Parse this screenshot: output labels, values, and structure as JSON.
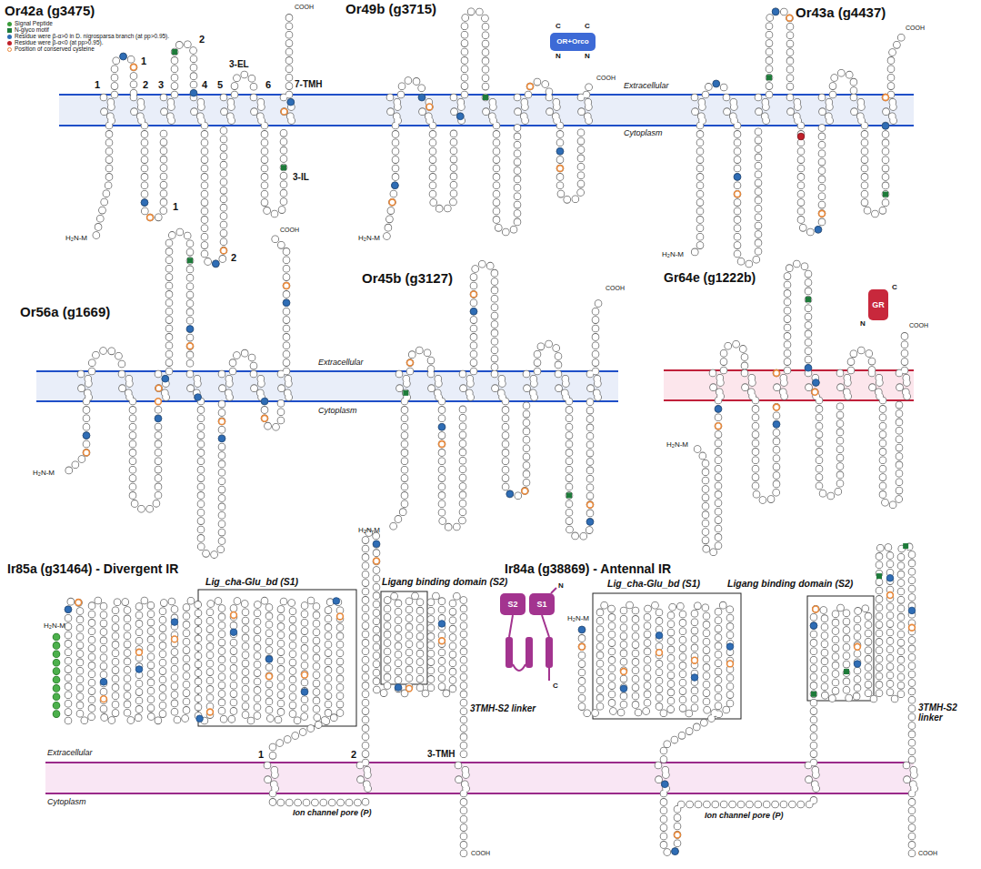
{
  "diagram": {
    "nodes": [
      {
        "text": [
          "OR+Orco"
        ]
      },
      {
        "text": [
          "GR"
        ]
      },
      {
        "text": [
          "S2"
        ]
      },
      {
        "text": [
          "S1"
        ]
      }
    ],
    "labels": [
      "Or42a (g3475)",
      "Or49b (g3715)",
      "Or43a (g4437)",
      "Or56a (g1669)",
      "Or45b (g3127)",
      "Gr64e (g1222b)",
      "Ir85a (g31464) - Divergent IR",
      "Ir84a (g38869) - Antennal IR",
      "1",
      "2",
      "3",
      "4",
      "5",
      "6",
      "7-TMH",
      "1",
      "2",
      "3-EL",
      "1",
      "2",
      "3-IL",
      "H₂N-M",
      "COOH",
      "Extracellular",
      "Cytoplasm",
      "C",
      "C",
      "N",
      "N",
      "H₂N-M",
      "COOH",
      "H₂N-M",
      "COOH",
      "Extracellular",
      "Cytoplasm",
      "H₂N-M",
      "COOH",
      "H₂N-M",
      "COOH",
      "C",
      "N",
      "H₂N-M",
      "COOH",
      "Lig_cha-Glu_bd (S1)",
      "Ligang binding domain (S2)",
      "1",
      "2",
      "3-TMH",
      "3TMH-S2 linker",
      "Ion channel pore (P)",
      "H₂N-M",
      "COOH",
      "Extracellular",
      "Cytoplasm",
      "N",
      "C",
      "Lig_cha-Glu_bd (S1)",
      "Ligang binding domain (S2)",
      "3TMH-S2 linker",
      "Ion channel pore (P)",
      "H₂N-M",
      "COOH"
    ],
    "legend": [
      {
        "text": "Signal Peptide",
        "color": "#3a9d3a"
      },
      {
        "text": "N-glyco motif",
        "color": "#1e7b3a"
      },
      {
        "text": "Residue were β-α>0 in D. nigrosparsa branch (at pp>0.95).",
        "color": "#2f6db5"
      },
      {
        "text": "Residue were β-α<0 (at pp>0.95).",
        "color": "#c0202a"
      },
      {
        "text": "Position of conserved cysteine",
        "color": "#e8883a"
      }
    ]
  }
}
